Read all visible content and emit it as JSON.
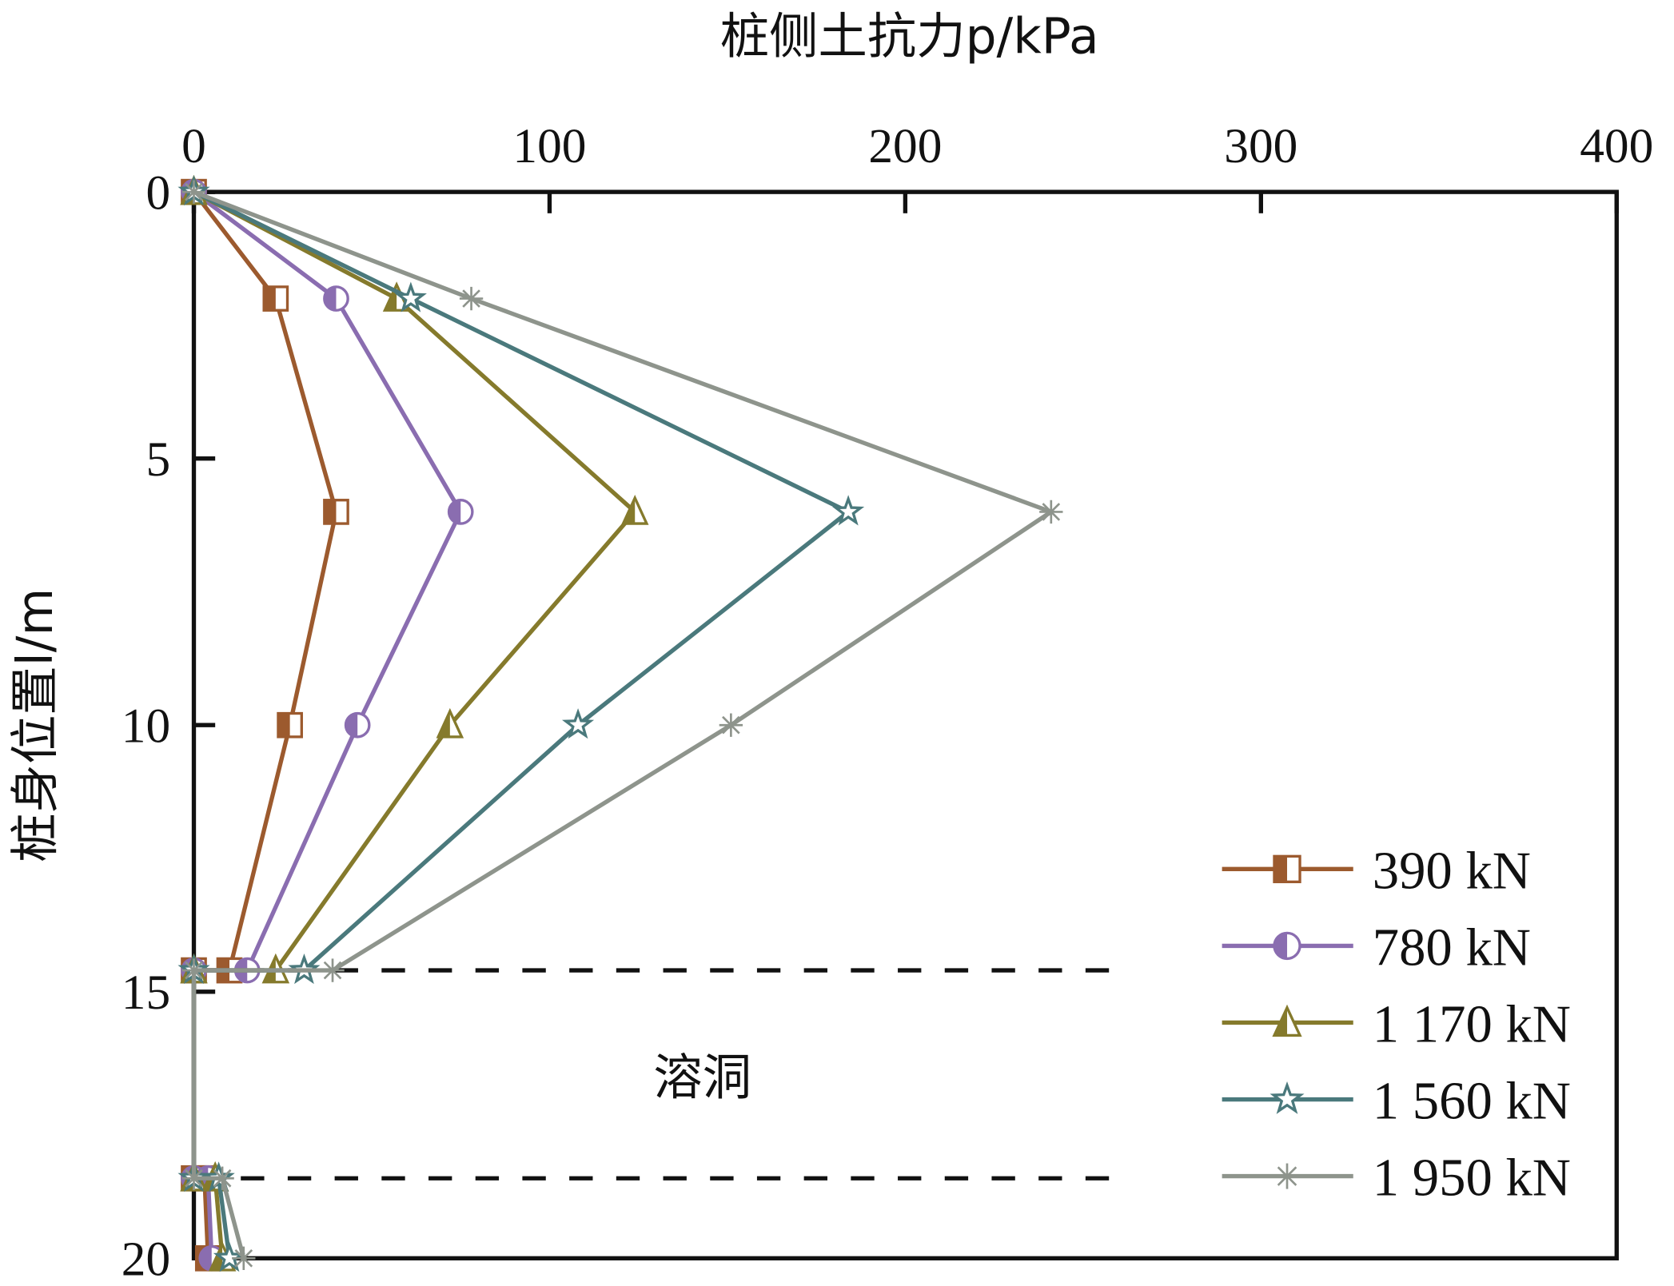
{
  "chart_data": {
    "type": "line",
    "title": "",
    "xlabel": "桩侧土抗力p/kPa",
    "ylabel": "桩身位置l/m",
    "xlim": [
      0,
      400
    ],
    "ylim": [
      20,
      0
    ],
    "x_axis_position": "top",
    "y_inverted": true,
    "xticks": [
      "0",
      "100",
      "200",
      "300",
      "400"
    ],
    "yticks": [
      "0",
      "5",
      "10",
      "15",
      "20"
    ],
    "xtick_values": [
      0,
      100,
      200,
      300,
      400
    ],
    "ytick_values": [
      0,
      5,
      10,
      15,
      20
    ],
    "grid": false,
    "legend_position": "bottom-right",
    "depth": [
      0,
      2,
      6,
      10,
      14.6,
      14.6,
      18.5,
      18.5,
      20
    ],
    "series": [
      {
        "name": "390 kN",
        "color": "#9c5a2e",
        "marker": "half-square",
        "p": [
          0,
          23,
          40,
          27,
          10,
          0,
          0,
          3,
          4
        ]
      },
      {
        "name": "780 kN",
        "color": "#8a6db0",
        "marker": "half-circle",
        "p": [
          0,
          40,
          75,
          46,
          15,
          0,
          0,
          4,
          5
        ]
      },
      {
        "name": "1 170 kN",
        "color": "#857a2c",
        "marker": "half-triangle",
        "p": [
          0,
          57,
          124,
          72,
          23,
          0,
          0,
          6,
          8
        ]
      },
      {
        "name": "1 560 kN",
        "color": "#4a797c",
        "marker": "half-star",
        "p": [
          0,
          61,
          184,
          108,
          31,
          0,
          0,
          7,
          10
        ]
      },
      {
        "name": "1 950 kN",
        "color": "#8e948c",
        "marker": "asterisk",
        "p": [
          0,
          78,
          241,
          151,
          39,
          0,
          0,
          8,
          14
        ]
      }
    ],
    "reference_lines": [
      {
        "depth": 14.6,
        "style": "dashed",
        "p_range": [
          0,
          260
        ]
      },
      {
        "depth": 18.5,
        "style": "dashed",
        "p_range": [
          0,
          260
        ]
      }
    ],
    "annotations": [
      {
        "text": "溶洞",
        "p": 143,
        "depth": 16.6
      }
    ]
  }
}
